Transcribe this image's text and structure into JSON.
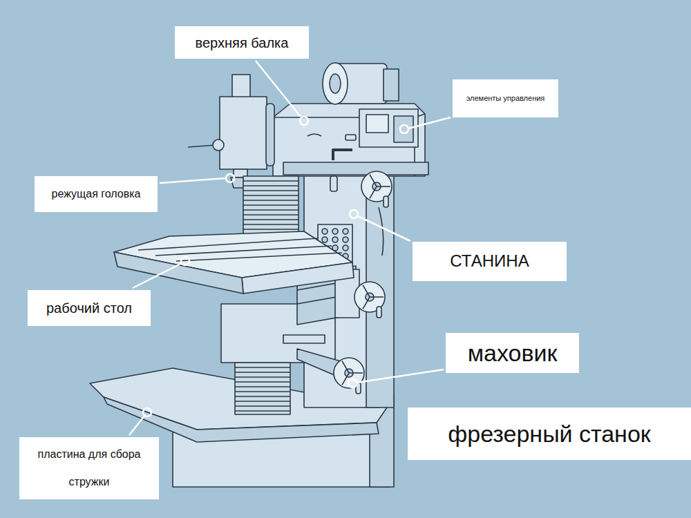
{
  "diagram": {
    "nodes": [
      {
        "text": [
          "верхняя балка"
        ]
      },
      {
        "text": [
          "элементы управления"
        ]
      },
      {
        "text": [
          "режущая головка"
        ]
      },
      {
        "text": [
          "СТАНИНА"
        ]
      },
      {
        "text": [
          "рабочий стол"
        ]
      },
      {
        "text": [
          "маховик"
        ]
      },
      {
        "text": [
          "фрезерный станок"
        ]
      },
      {
        "text": [
          "пластина для сбора стружки"
        ]
      }
    ]
  }
}
